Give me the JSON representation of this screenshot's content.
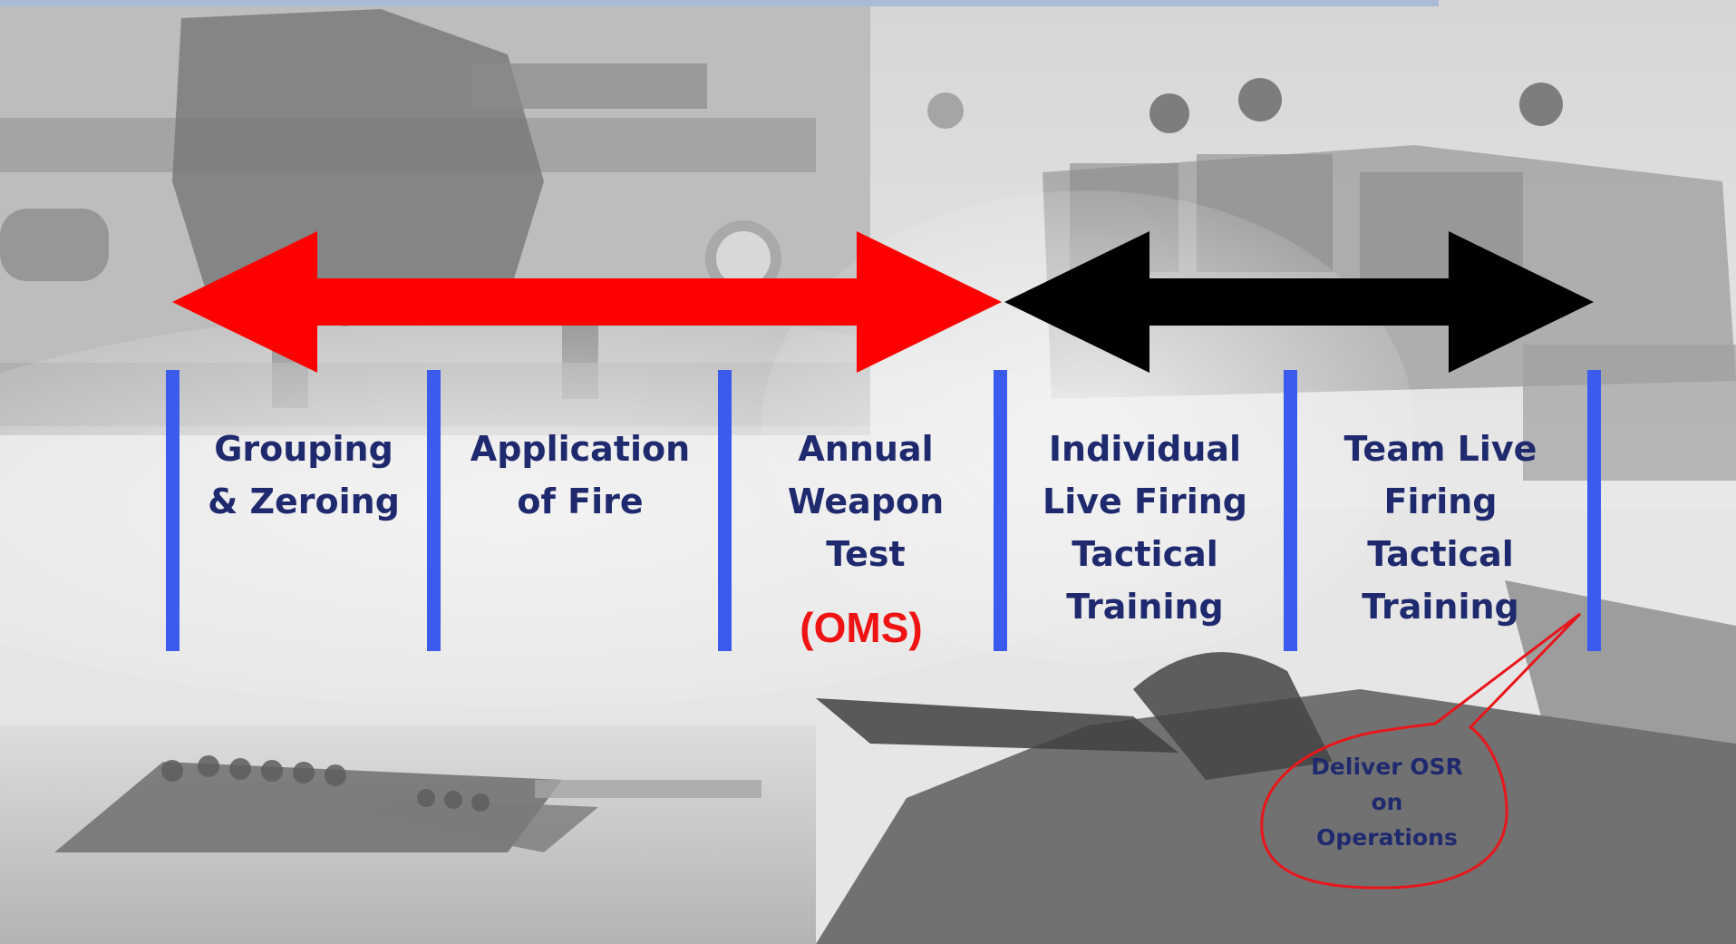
{
  "stages": [
    "Grouping\n& Zeroing",
    "Application\nof Fire",
    "Annual\nWeapon\nTest",
    "Individual\nLive Firing\nTactical\nTraining",
    "Team Live\nFiring\nTactical\nTraining"
  ],
  "oms_label": "(OMS)",
  "callout": "Deliver OSR\non\nOperations",
  "colors": {
    "divider": "#3b5bef",
    "red_arrow": "#ff0000",
    "black_arrow": "#000000",
    "text": "#1f2a6e",
    "oms": "#ef1313",
    "callout_border": "#e8161b"
  },
  "arrows": [
    {
      "color": "red",
      "span": "Grouping & Zeroing to Annual Weapon Test"
    },
    {
      "color": "black",
      "span": "Individual Live Firing to Team Live Firing"
    }
  ]
}
